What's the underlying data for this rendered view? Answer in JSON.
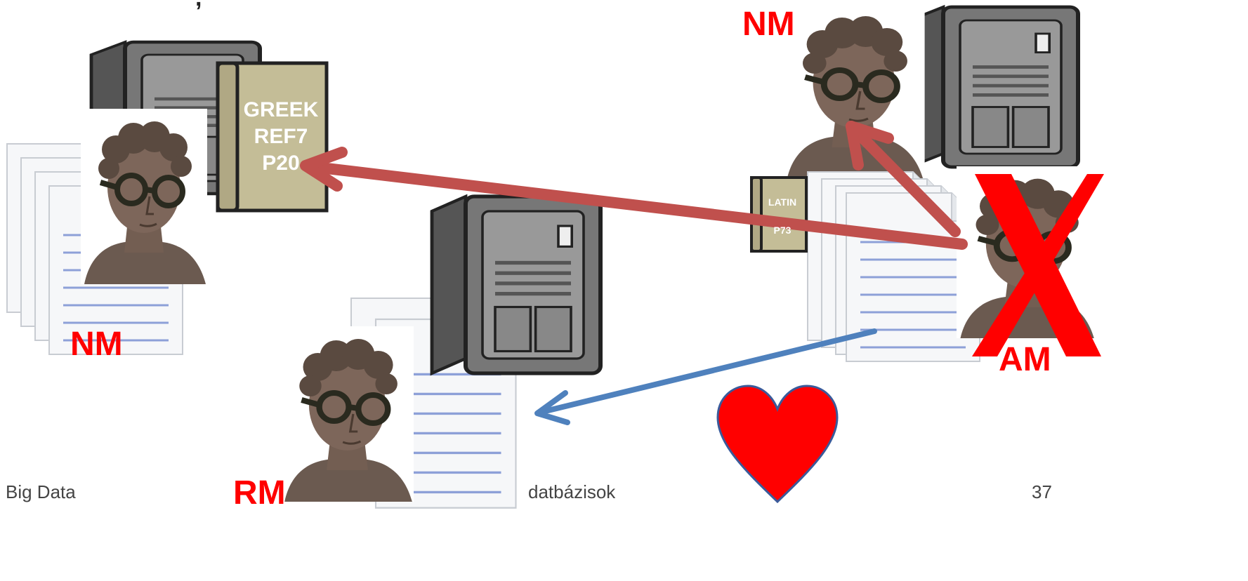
{
  "title_fragment": ", ",
  "books": {
    "greek": {
      "line1": "GREEK",
      "line2": "REF7",
      "line3": "P20"
    },
    "latin": {
      "line1": "LATIN",
      "line3": "P73"
    }
  },
  "labels": {
    "nm_top": "NM",
    "nm_left": "NM",
    "rm": "RM",
    "am": "AM"
  },
  "footer": {
    "left": "Big Data",
    "center": "datbázisok",
    "page": "37"
  },
  "colors": {
    "red_arrow": "#c0504d",
    "blue_arrow": "#4f81bd",
    "label_red": "#ff0000",
    "book_fill": "#c4bd97",
    "heart": "#ff0000"
  }
}
